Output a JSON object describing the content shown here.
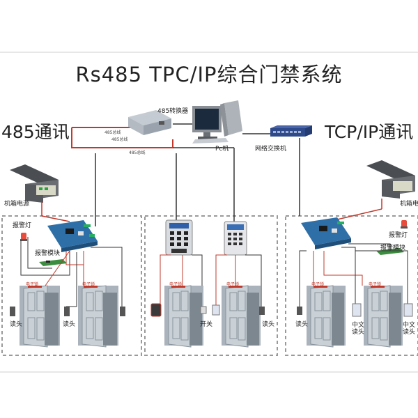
{
  "title": "Rs485  TPC/IP综合门禁系统",
  "left_heading": "485通讯",
  "right_heading": "TCP/IP通讯",
  "labels": {
    "converter": "485转换器",
    "pc": "Pc机",
    "switch": "网络交换机",
    "bus1": "485总线",
    "bus2": "485总线",
    "bus3": "485总线",
    "psu_left": "机箱电源",
    "psu_right": "机箱电源",
    "alarm_light_left": "报警灯",
    "alarm_module_left": "报警模块",
    "alarm_light_right": "报警灯",
    "alarm_module_right": "报警模块",
    "reader_1": "读头",
    "reader_2": "读头",
    "reader_3": "读头",
    "reader_4": "读头",
    "open_button": "开关",
    "chinese_reader_1": "中文\n读头",
    "chinese_reader_2": "中文\n读头",
    "door_contact": "电子锁"
  },
  "colors": {
    "bus_red": "#c0392b",
    "wire_dark": "#333333",
    "wire_gray": "#777777",
    "door_gray": "#9aa3ad",
    "board_blue": "#2f6fa8",
    "switch_blue": "#3b5aa0"
  },
  "icons": [
    "converter-icon",
    "computer-icon",
    "network-switch-icon",
    "power-box-icon",
    "controller-board-icon",
    "alarm-light-icon",
    "alarm-module-icon",
    "door-icon",
    "card-reader-icon",
    "standalone-keypad-icon",
    "exit-button-icon"
  ]
}
